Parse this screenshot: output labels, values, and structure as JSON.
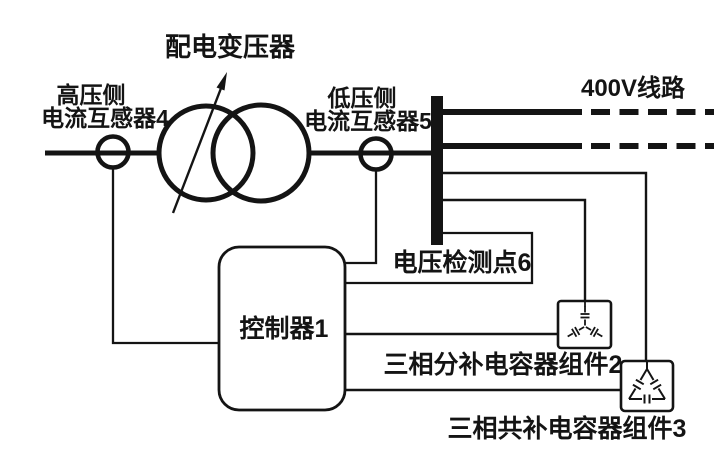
{
  "colors": {
    "background": "#ffffff",
    "ink": "#141414"
  },
  "diagram": {
    "kind": "electrical-one-line-schematic",
    "components": {
      "transformer": {
        "label": "配电变压器",
        "symbol": "two-overlapping-circles-with-arrow"
      },
      "hv_ct": {
        "label_line1": "高压侧",
        "label_line2": "电流互感器4",
        "symbol": "circle-on-line"
      },
      "lv_ct": {
        "label_line1": "低压侧",
        "label_line2": "电流互感器5",
        "symbol": "circle-on-line"
      },
      "feeder_400v": {
        "label": "400V线路",
        "symbol": "two-lines-solid-then-dashed"
      },
      "busbar": {
        "symbol": "thick-vertical-bar"
      },
      "voltage_detection": {
        "label": "电压检测点6",
        "symbol": "sense-wire-loop"
      },
      "controller": {
        "label": "控制器1",
        "symbol": "rounded-rectangle"
      },
      "wye_capacitor_bank": {
        "label": "三相分补电容器组件2",
        "symbol": "wye-capacitor-in-box"
      },
      "delta_capacitor_bank": {
        "label": "三相共补电容器组件3",
        "symbol": "delta-capacitor-in-box"
      }
    }
  }
}
